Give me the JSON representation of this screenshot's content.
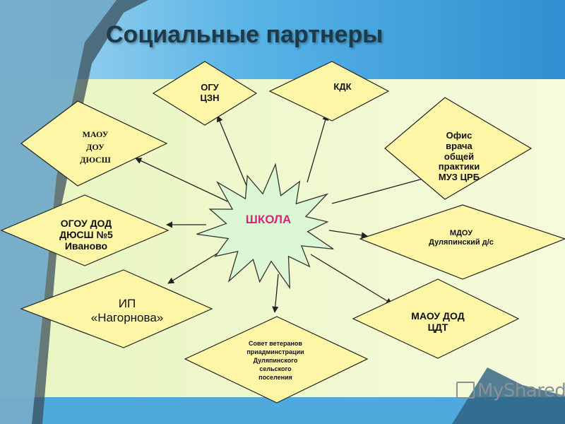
{
  "title": "Социальные партнеры",
  "center": {
    "label": "ШКОЛА"
  },
  "partners": {
    "ogu_czn": "ОГУ\nЦЗН",
    "kdk": "КДК",
    "maou_dou": "МАОУ\nДОУ\nДЮСШ",
    "ofis": "Офис\nврача\nобщей\nпрактики\nМУЗ ЦРБ",
    "ogou_dod": "ОГОУ ДОД\nДЮСШ №5\nИваново",
    "mdou": "МДОУ\nДуляпинский д/с",
    "ip": "ИП\n«Нагорнова»",
    "maou_dod": "МАОУ ДОД\nЦДТ",
    "sovet": "Совет ветеранов\nприадминстрации\nДуляпинского\nсельского\nпоселения"
  },
  "watermark": "MyShared",
  "colors": {
    "diamond_fill": "#fcf6a6",
    "star_fill": "#dcf7d4",
    "band": "#eef9c8",
    "sky": "#56b6ea"
  }
}
